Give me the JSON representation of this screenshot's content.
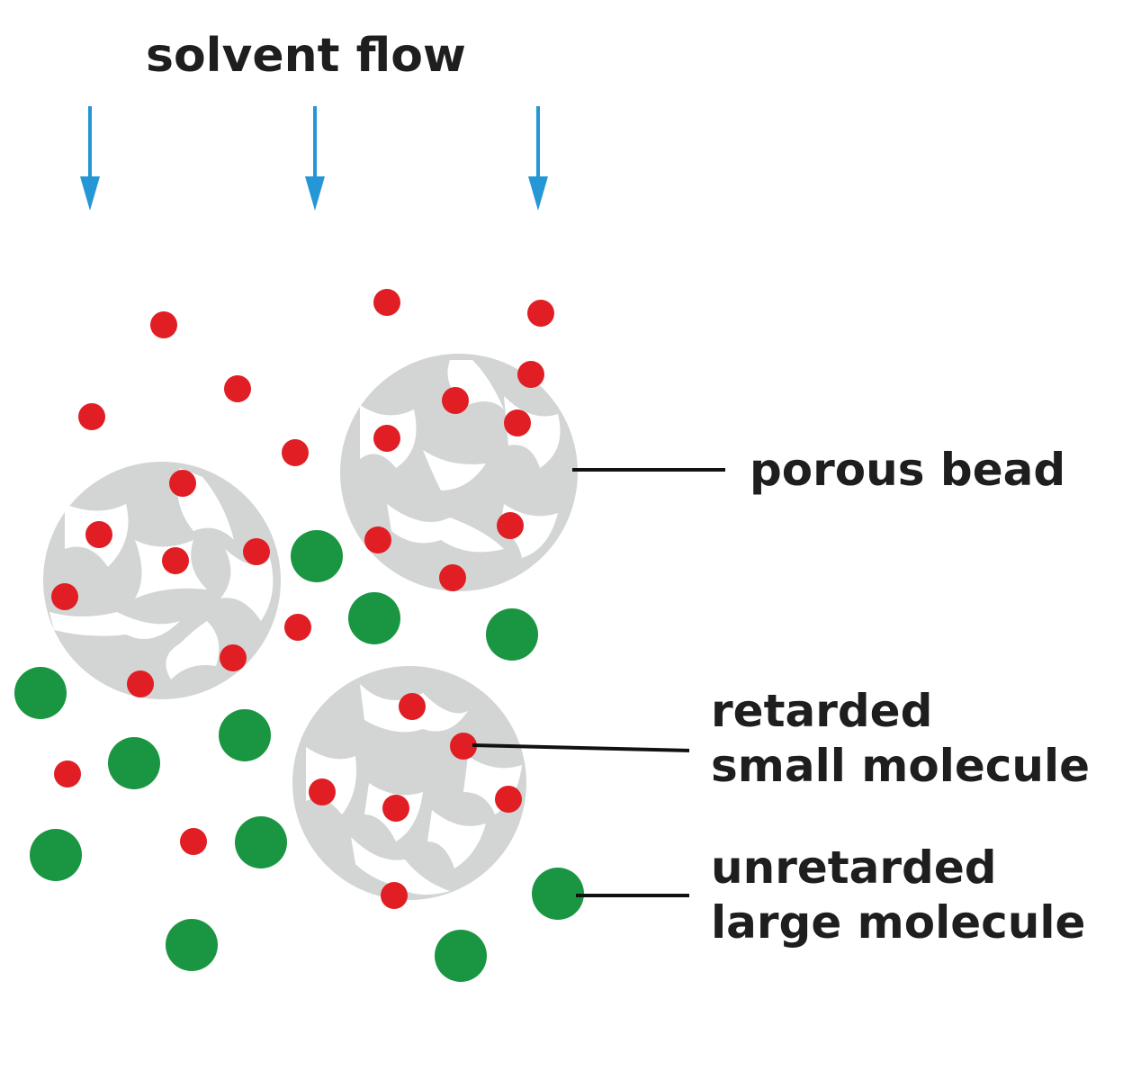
{
  "title": "solvent flow",
  "labels": {
    "porous_bead": "porous bead",
    "retarded_line1": "retarded",
    "retarded_line2": "small molecule",
    "unretarded_line1": "unretarded",
    "unretarded_line2": "large molecule"
  },
  "colors": {
    "arrow": "#2596d6",
    "bead": "#d3d5d5",
    "small_molecule": "#e01e24",
    "large_molecule": "#1a9642",
    "leader_line": "#111111",
    "text": "#1e1e1e"
  }
}
